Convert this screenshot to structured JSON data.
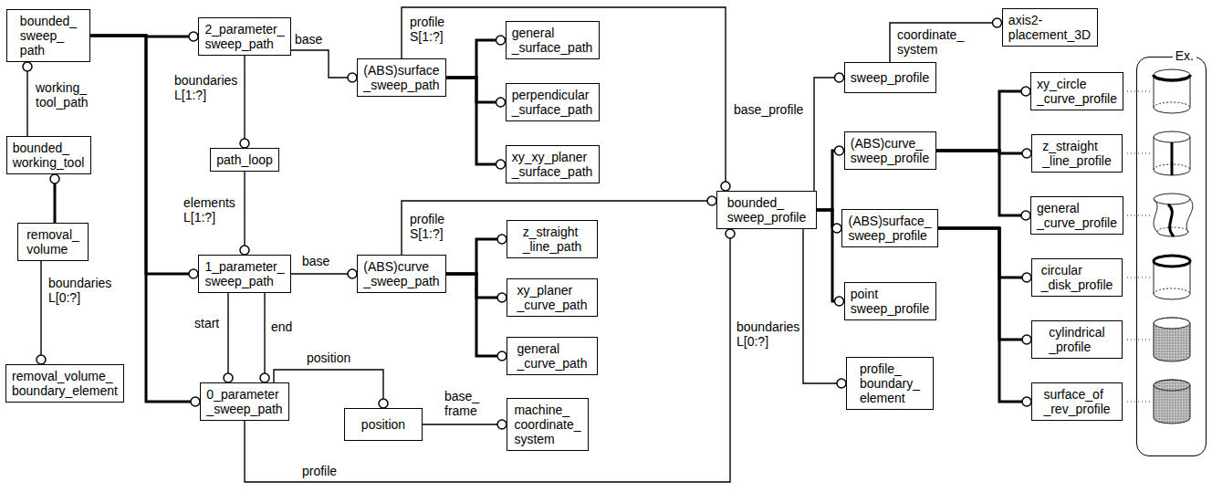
{
  "diagram": {
    "nodes": [
      {
        "text": [
          "bounded_ sweep_ path"
        ]
      },
      {
        "text": [
          "bounded_ working_tool"
        ]
      },
      {
        "text": [
          "removal_ volume"
        ]
      },
      {
        "text": [
          "removal_volume_ boundary_element"
        ]
      },
      {
        "text": [
          "2_parameter_ sweep_path"
        ]
      },
      {
        "text": [
          "path_loop"
        ]
      },
      {
        "text": [
          "1_parameter_ sweep_path"
        ]
      },
      {
        "text": [
          "0_parameter _sweep_path"
        ]
      },
      {
        "text": [
          "position"
        ]
      },
      {
        "text": [
          "machine_ coordinate_ system"
        ]
      },
      {
        "text": [
          "(ABS)surface _sweep_path"
        ]
      },
      {
        "text": [
          "general _surface_path"
        ]
      },
      {
        "text": [
          "perpendicular _surface_path"
        ]
      },
      {
        "text": [
          "xy_xy_planer _surface_path"
        ]
      },
      {
        "text": [
          "(ABS)curve _sweep_path"
        ]
      },
      {
        "text": [
          "z_straight _line_path"
        ]
      },
      {
        "text": [
          "xy_planer _curve_path"
        ]
      },
      {
        "text": [
          "general _curve_path"
        ]
      },
      {
        "text": [
          "bounded_ sweep_profile"
        ]
      },
      {
        "text": [
          "axis2- placement_3D"
        ]
      },
      {
        "text": [
          "sweep_profile"
        ]
      },
      {
        "text": [
          "(ABS)curve_ sweep_profile"
        ]
      },
      {
        "text": [
          "(ABS)surface_ sweep_profile"
        ]
      },
      {
        "text": [
          "point sweep_profile"
        ]
      },
      {
        "text": [
          "profile_ boundary_ element"
        ]
      },
      {
        "text": [
          "xy_circle _curve_profile"
        ]
      },
      {
        "text": [
          "z_straight _line_profile"
        ]
      },
      {
        "text": [
          "general _curve_profile"
        ]
      },
      {
        "text": [
          "circular _disk_profile"
        ]
      },
      {
        "text": [
          "cylindrical _profile"
        ]
      },
      {
        "text": [
          "surface_of _rev_profile"
        ]
      },
      {
        "text": [
          "Ex."
        ]
      }
    ],
    "edges": [
      {
        "from": 0,
        "to": 4,
        "arrow": "to"
      },
      {
        "from": 0,
        "to": 6,
        "arrow": "to"
      },
      {
        "from": 0,
        "to": 7,
        "arrow": "to"
      },
      {
        "from": 1,
        "to": 0,
        "label": "working_ tool_path",
        "arrow": "to"
      },
      {
        "from": 2,
        "to": 1,
        "arrow": "to"
      },
      {
        "from": 2,
        "to": 3,
        "label": "boundaries L[0:?]",
        "arrow": "to"
      },
      {
        "from": 4,
        "to": 10,
        "label": "base",
        "arrow": "to"
      },
      {
        "from": 4,
        "to": 5,
        "label": "boundaries L[1:?]",
        "arrow": "to"
      },
      {
        "from": 5,
        "to": 6,
        "label": "elements L[1:?]",
        "arrow": "to"
      },
      {
        "from": 6,
        "to": 14,
        "label": "base",
        "arrow": "to"
      },
      {
        "from": 6,
        "to": 7,
        "label": "start",
        "arrow": "to"
      },
      {
        "from": 6,
        "to": 7,
        "label": "end",
        "arrow": "to"
      },
      {
        "from": 7,
        "to": 8,
        "label": "position",
        "arrow": "to"
      },
      {
        "from": 8,
        "to": 9,
        "label": "base_ frame",
        "arrow": "to"
      },
      {
        "from": 7,
        "to": 18,
        "label": "profile",
        "arrow": "to"
      },
      {
        "from": 10,
        "to": 11,
        "arrow": "to"
      },
      {
        "from": 10,
        "to": 12,
        "arrow": "to"
      },
      {
        "from": 10,
        "to": 13,
        "arrow": "to"
      },
      {
        "from": 14,
        "to": 15,
        "arrow": "to"
      },
      {
        "from": 14,
        "to": 16,
        "arrow": "to"
      },
      {
        "from": 14,
        "to": 17,
        "arrow": "to"
      },
      {
        "from": 10,
        "to": 18,
        "label": "profile S[1:?]",
        "arrow": "to"
      },
      {
        "from": 14,
        "to": 18,
        "label": "profile S[1:?]",
        "arrow": "to"
      },
      {
        "from": 18,
        "to": 20,
        "label": "base_profile",
        "arrow": "to"
      },
      {
        "from": 18,
        "to": 21,
        "arrow": "to"
      },
      {
        "from": 18,
        "to": 22,
        "arrow": "to"
      },
      {
        "from": 18,
        "to": 23,
        "arrow": "to"
      },
      {
        "from": 18,
        "to": 24,
        "label": "boundaries L[0:?]",
        "arrow": "to"
      },
      {
        "from": 20,
        "to": 19,
        "label": "coordinate_ system",
        "arrow": "to"
      },
      {
        "from": 21,
        "to": 25,
        "arrow": "to"
      },
      {
        "from": 21,
        "to": 26,
        "arrow": "to"
      },
      {
        "from": 21,
        "to": 27,
        "arrow": "to"
      },
      {
        "from": 22,
        "to": 28,
        "arrow": "to"
      },
      {
        "from": 22,
        "to": 29,
        "arrow": "to"
      },
      {
        "from": 22,
        "to": 30,
        "arrow": "to"
      }
    ]
  }
}
